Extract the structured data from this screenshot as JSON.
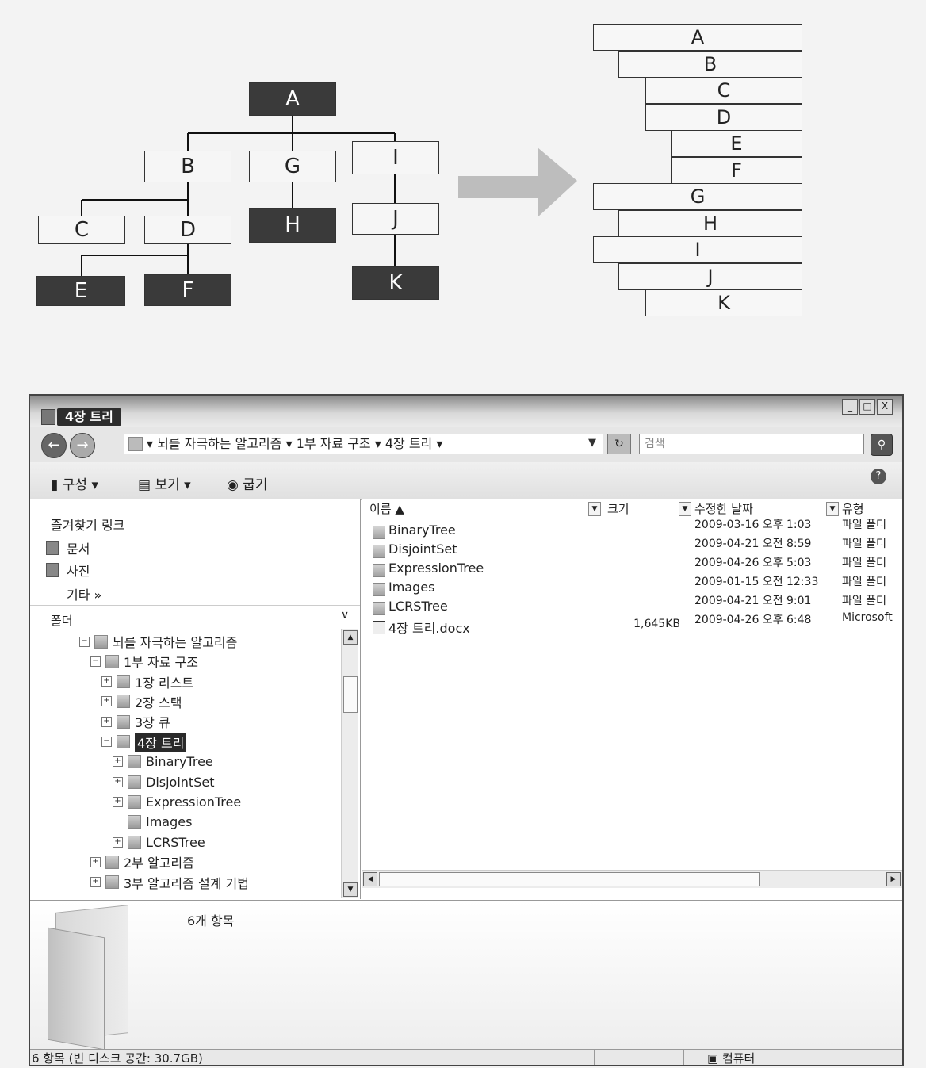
{
  "diagram": {
    "tree_nodes": [
      {
        "id": "A",
        "style": "dark"
      },
      {
        "id": "B",
        "style": "light"
      },
      {
        "id": "G",
        "style": "light"
      },
      {
        "id": "I",
        "style": "light"
      },
      {
        "id": "C",
        "style": "light"
      },
      {
        "id": "D",
        "style": "light"
      },
      {
        "id": "H",
        "style": "dark"
      },
      {
        "id": "J",
        "style": "light"
      },
      {
        "id": "E",
        "style": "dark"
      },
      {
        "id": "F",
        "style": "dark"
      },
      {
        "id": "K",
        "style": "dark"
      }
    ],
    "stack_rows": [
      {
        "label": "A",
        "depth": 0
      },
      {
        "label": "B",
        "depth": 1
      },
      {
        "label": "C",
        "depth": 2
      },
      {
        "label": "D",
        "depth": 2
      },
      {
        "label": "E",
        "depth": 3
      },
      {
        "label": "F",
        "depth": 3
      },
      {
        "label": "G",
        "depth": 0
      },
      {
        "label": "H",
        "depth": 1
      },
      {
        "label": "I",
        "depth": 0
      },
      {
        "label": "J",
        "depth": 1
      },
      {
        "label": "K",
        "depth": 2
      }
    ],
    "colors": {
      "dark": "#3a3a3a",
      "light": "#f6f6f6",
      "arrow": "#bdbdbd"
    }
  },
  "window": {
    "title": "4장 트리",
    "buttons": {
      "minimize": "_",
      "maximize": "□",
      "close": "X"
    },
    "address": "▾ 뇌를 자극하는 알고리즘 ▾ 1부 자료 구조 ▾ 4장 트리 ▾",
    "search_placeholder": "검색",
    "toolbar": {
      "organize": "구성 ▾",
      "view": "보기 ▾",
      "burn": "굽기"
    },
    "favorites": {
      "title": "즐겨찾기 링크",
      "items": [
        "문서",
        "사진"
      ],
      "more": "기타 »"
    },
    "folders_label": "폴더",
    "tree": [
      {
        "label": "뇌를 자극하는 알고리즘",
        "indent": 0,
        "expander": "−",
        "selected": false
      },
      {
        "label": "1부 자료 구조",
        "indent": 1,
        "expander": "−",
        "selected": false
      },
      {
        "label": "1장 리스트",
        "indent": 2,
        "expander": "+",
        "selected": false
      },
      {
        "label": "2장 스택",
        "indent": 2,
        "expander": "+",
        "selected": false
      },
      {
        "label": "3장 큐",
        "indent": 2,
        "expander": "+",
        "selected": false
      },
      {
        "label": "4장 트리",
        "indent": 2,
        "expander": "−",
        "selected": true
      },
      {
        "label": "BinaryTree",
        "indent": 3,
        "expander": "+",
        "selected": false
      },
      {
        "label": "DisjointSet",
        "indent": 3,
        "expander": "+",
        "selected": false
      },
      {
        "label": "ExpressionTree",
        "indent": 3,
        "expander": "+",
        "selected": false
      },
      {
        "label": "Images",
        "indent": 3,
        "expander": "",
        "selected": false
      },
      {
        "label": "LCRSTree",
        "indent": 3,
        "expander": "+",
        "selected": false
      },
      {
        "label": "2부 알고리즘",
        "indent": 1,
        "expander": "+",
        "selected": false
      },
      {
        "label": "3부 알고리즘 설계 기법",
        "indent": 1,
        "expander": "+",
        "selected": false
      }
    ],
    "columns": {
      "name": "이름",
      "size": "크기",
      "modified": "수정한 날짜",
      "type": "유형"
    },
    "files": [
      {
        "name": "BinaryTree",
        "size": "",
        "modified": "2009-03-16 오후 1:03",
        "type": "파일 폴더",
        "kind": "folder"
      },
      {
        "name": "DisjointSet",
        "size": "",
        "modified": "2009-04-21 오전 8:59",
        "type": "파일 폴더",
        "kind": "folder"
      },
      {
        "name": "ExpressionTree",
        "size": "",
        "modified": "2009-04-26 오후 5:03",
        "type": "파일 폴더",
        "kind": "folder"
      },
      {
        "name": "Images",
        "size": "",
        "modified": "2009-01-15 오전 12:33",
        "type": "파일 폴더",
        "kind": "folder"
      },
      {
        "name": "LCRSTree",
        "size": "",
        "modified": "2009-04-21 오전 9:01",
        "type": "파일 폴더",
        "kind": "folder"
      },
      {
        "name": "4장 트리.docx",
        "size": "1,645KB",
        "modified": "2009-04-26 오후 6:48",
        "type": "Microsoft",
        "kind": "doc"
      }
    ],
    "details_count": "6개 항목",
    "status": {
      "left": "6 항목 (빈 디스크 공간: 30.7GB)",
      "right": "컴퓨터"
    }
  }
}
